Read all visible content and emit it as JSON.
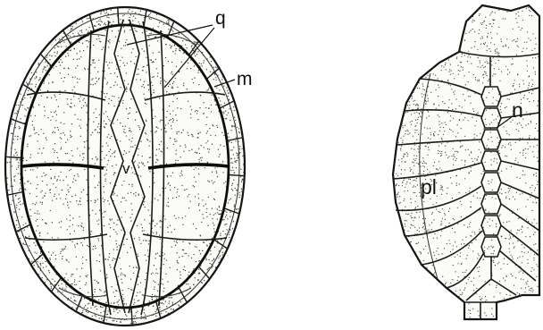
{
  "carapace": {
    "label_q": "q",
    "label_m": "m",
    "label_v": "v"
  },
  "plate_fragment": {
    "label_n": "n",
    "label_pl": "pl"
  }
}
